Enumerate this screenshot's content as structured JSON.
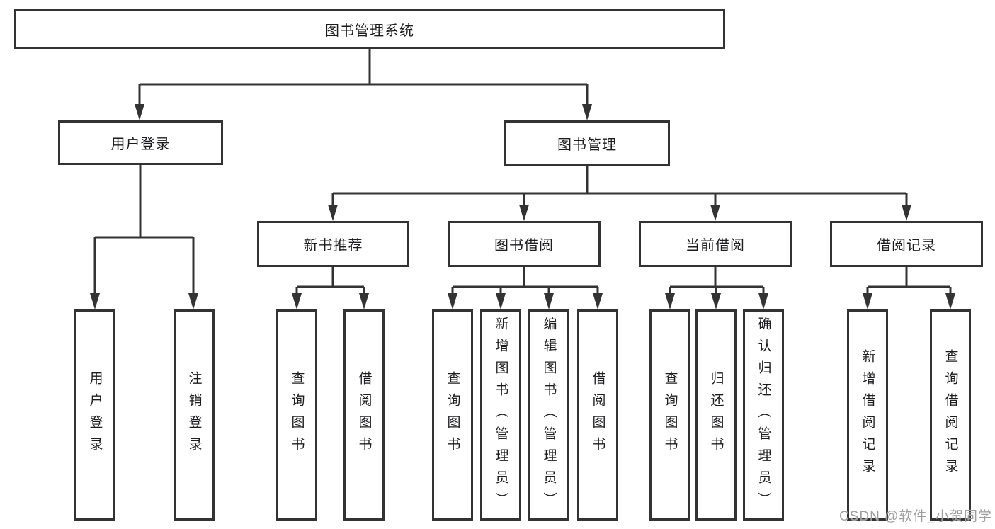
{
  "tree": {
    "label": "图书管理系统",
    "children": [
      {
        "label": "用户登录",
        "children": [
          {
            "label": "用户登录"
          },
          {
            "label": "注销登录"
          }
        ]
      },
      {
        "label": "图书管理",
        "children": [
          {
            "label": "新书推荐",
            "children": [
              {
                "label": "查询图书"
              },
              {
                "label": "借阅图书"
              }
            ]
          },
          {
            "label": "图书借阅",
            "children": [
              {
                "label": "查询图书"
              },
              {
                "label": "新增图书（管理员）"
              },
              {
                "label": "编辑图书（管理员）"
              },
              {
                "label": "借阅图书"
              }
            ]
          },
          {
            "label": "当前借阅",
            "children": [
              {
                "label": "查询图书"
              },
              {
                "label": "归还图书"
              },
              {
                "label": "确认归还（管理员）"
              }
            ]
          },
          {
            "label": "借阅记录",
            "children": [
              {
                "label": "新增借阅记录"
              },
              {
                "label": "查询借阅记录"
              }
            ]
          }
        ]
      }
    ]
  },
  "watermark": {
    "text": "CSDN @软件_小贺同学"
  },
  "colors": {
    "line": "#333333",
    "text": "#1d1d1f",
    "watermark": "#9e9e9e",
    "background": "#ffffff"
  }
}
